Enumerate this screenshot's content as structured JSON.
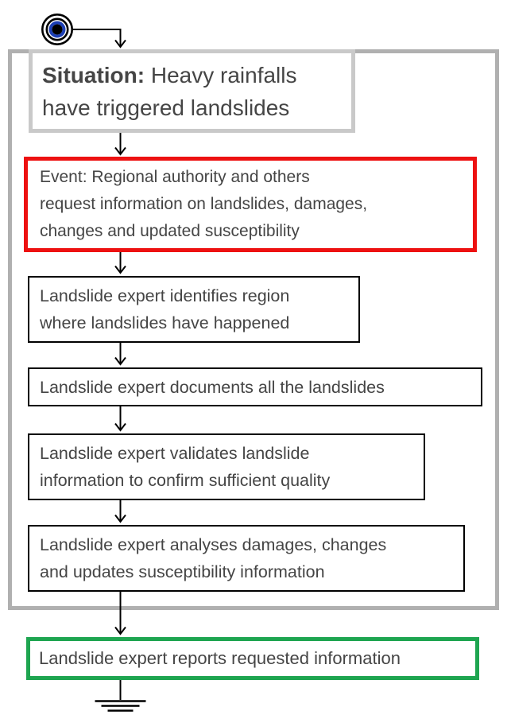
{
  "flow": {
    "situation": {
      "bold": "Situation:",
      "line1_rest": " Heavy rainfalls",
      "line2": "have triggered landslides"
    },
    "event": {
      "lines": [
        "Event: Regional authority and others",
        "request information on landslides, damages,",
        "changes and updated susceptibility"
      ]
    },
    "steps": [
      {
        "lines": [
          "Landslide expert identifies region",
          "where landslides have happened"
        ]
      },
      {
        "lines": [
          "Landslide expert documents all the landslides"
        ]
      },
      {
        "lines": [
          "Landslide expert validates landslide",
          "information to confirm sufficient quality"
        ]
      },
      {
        "lines": [
          "Landslide expert analyses damages, changes",
          "and updates susceptibility information"
        ]
      }
    ],
    "report": {
      "lines": [
        "Landslide expert reports requested information"
      ]
    },
    "icons": {
      "start": "start-node-icon",
      "end": "ground-terminator-icon"
    },
    "colors": {
      "event_border": "#ed1111",
      "report_border": "#1ea550",
      "container_border": "#b0b0b0",
      "situation_border": "#c9c9c9",
      "step_border": "#000000",
      "text": "#454545",
      "start_center_blue": "#1c3fb5",
      "connector": "#000000"
    }
  }
}
